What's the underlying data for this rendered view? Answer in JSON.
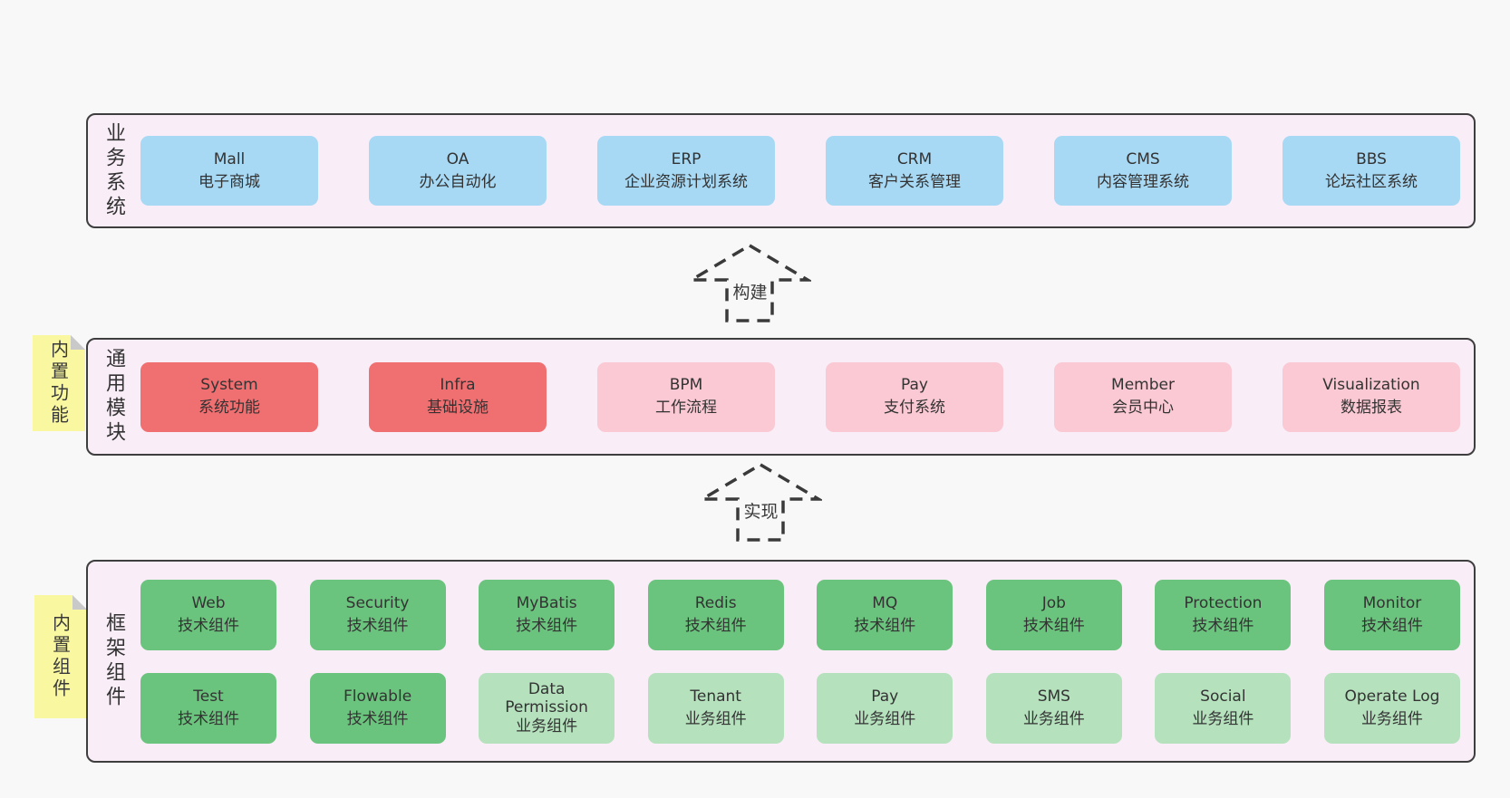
{
  "colors": {
    "page_bg": "#f8f8f8",
    "band_bg": "#f9eef7",
    "band_border": "#3e3e3e",
    "text": "#333333",
    "box_blue": "#a7d9f5",
    "box_red": "#f06f71",
    "box_pink": "#fac9d3",
    "box_green": "#6bc47d",
    "box_green_light": "#b5e1bd",
    "sticky_bg": "#f9f8a1",
    "sticky_fold": "#c9c9c9",
    "arrow_stroke": "#3a3a3a"
  },
  "arrows": {
    "build": "构建",
    "implement": "实现"
  },
  "bands": {
    "business": {
      "label": "业务系统",
      "boxes": [
        {
          "name": "Mall",
          "desc": "电子商城",
          "variant": "blue"
        },
        {
          "name": "OA",
          "desc": "办公自动化",
          "variant": "blue"
        },
        {
          "name": "ERP",
          "desc": "企业资源计划系统",
          "variant": "blue"
        },
        {
          "name": "CRM",
          "desc": "客户关系管理",
          "variant": "blue"
        },
        {
          "name": "CMS",
          "desc": "内容管理系统",
          "variant": "blue"
        },
        {
          "name": "BBS",
          "desc": "论坛社区系统",
          "variant": "blue"
        }
      ]
    },
    "modules": {
      "label": "通用模块",
      "sticky": "内置功能",
      "boxes": [
        {
          "name": "System",
          "desc": "系统功能",
          "variant": "red"
        },
        {
          "name": "Infra",
          "desc": "基础设施",
          "variant": "red"
        },
        {
          "name": "BPM",
          "desc": "工作流程",
          "variant": "pink"
        },
        {
          "name": "Pay",
          "desc": "支付系统",
          "variant": "pink"
        },
        {
          "name": "Member",
          "desc": "会员中心",
          "variant": "pink"
        },
        {
          "name": "Visualization",
          "desc": "数据报表",
          "variant": "pink"
        }
      ]
    },
    "framework": {
      "label": "框架组件",
      "sticky": "内置组件",
      "row1": [
        {
          "name": "Web",
          "desc": "技术组件",
          "variant": "green"
        },
        {
          "name": "Security",
          "desc": "技术组件",
          "variant": "green"
        },
        {
          "name": "MyBatis",
          "desc": "技术组件",
          "variant": "green"
        },
        {
          "name": "Redis",
          "desc": "技术组件",
          "variant": "green"
        },
        {
          "name": "MQ",
          "desc": "技术组件",
          "variant": "green"
        },
        {
          "name": "Job",
          "desc": "技术组件",
          "variant": "green"
        },
        {
          "name": "Protection",
          "desc": "技术组件",
          "variant": "green"
        },
        {
          "name": "Monitor",
          "desc": "技术组件",
          "variant": "green"
        }
      ],
      "row2": [
        {
          "name": "Test",
          "desc": "技术组件",
          "variant": "green"
        },
        {
          "name": "Flowable",
          "desc": "技术组件",
          "variant": "green"
        },
        {
          "name": "Data Permission",
          "desc": "业务组件",
          "variant": "green-light"
        },
        {
          "name": "Tenant",
          "desc": "业务组件",
          "variant": "green-light"
        },
        {
          "name": "Pay",
          "desc": "业务组件",
          "variant": "green-light"
        },
        {
          "name": "SMS",
          "desc": "业务组件",
          "variant": "green-light"
        },
        {
          "name": "Social",
          "desc": "业务组件",
          "variant": "green-light"
        },
        {
          "name": "Operate Log",
          "desc": "业务组件",
          "variant": "green-light"
        }
      ]
    }
  }
}
